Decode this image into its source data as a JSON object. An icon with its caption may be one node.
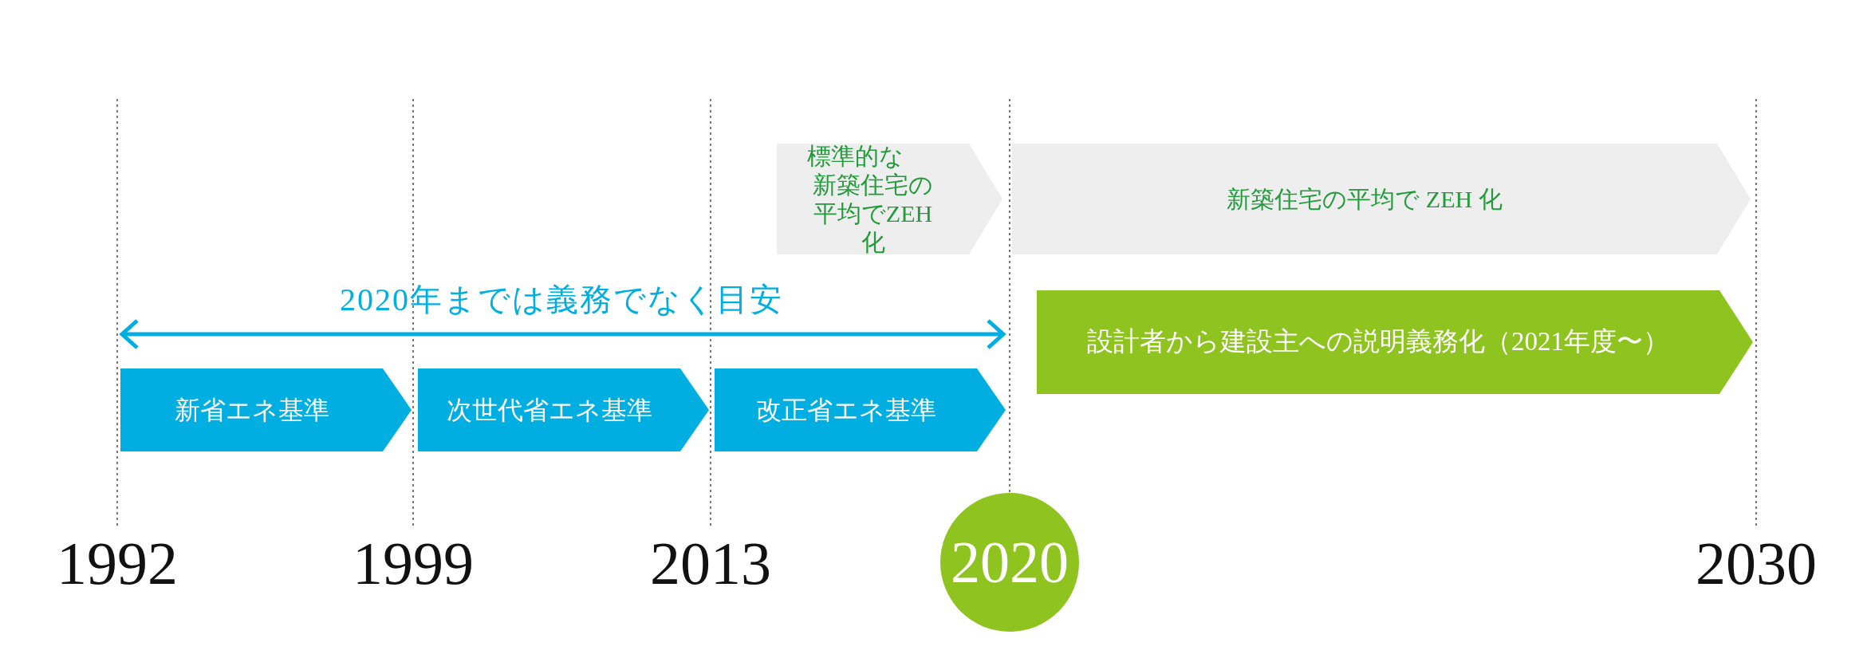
{
  "diagram": {
    "nodes": [
      {
        "text": [
          "標準的な新築住宅の平均でZEH化"
        ]
      },
      {
        "text": [
          "新築住宅の平均で ZEH 化"
        ]
      },
      {
        "text": [
          "設計者から建設主への説明義務化（2021年度〜）"
        ]
      },
      {
        "text": [
          "新省エネ基準"
        ]
      },
      {
        "text": [
          "次世代省エネ基準"
        ]
      },
      {
        "text": [
          "改正省エネ基準"
        ]
      },
      {
        "text": [
          "2020"
        ]
      }
    ],
    "labels": [
      "2020年までは義務でなく目安",
      "1992",
      "1999",
      "2013",
      "2030"
    ]
  }
}
